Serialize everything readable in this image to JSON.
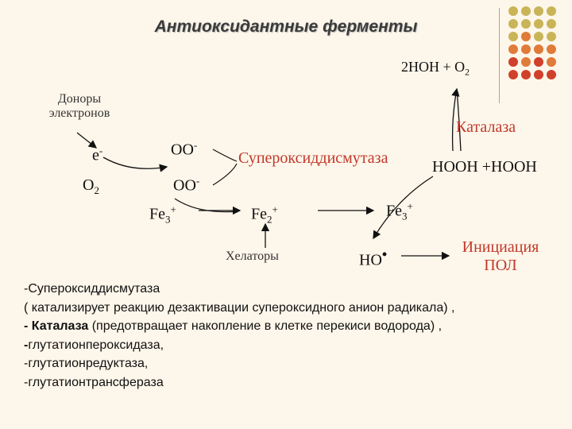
{
  "title": "Антиоксидантные ферменты",
  "diagram": {
    "product_top": "2HOH + O",
    "product_top_sub": "2",
    "donors_line1": "Доноры",
    "donors_line2": "электронов",
    "electron": "e",
    "electron_sup": "-",
    "oxygen": "O",
    "oxygen_sub": "2",
    "superoxide1": "OO",
    "superoxide1_sup": "-",
    "superoxide2": "OO",
    "superoxide2_sup": "-",
    "sod_label": "Супероксиддисмутаза",
    "hooh": "HOOH +HOOH",
    "catalase_label": "Каталаза",
    "fe3_left": "Fe",
    "fe3_left_sub": "3",
    "fe3_left_sup": "+",
    "fe2": "Fe",
    "fe2_sub": "2",
    "fe2_sup": "+",
    "fe3_right": "Fe",
    "fe3_right_sub": "3",
    "fe3_right_sup": "+",
    "chelators": "Хелаторы",
    "hydroxyl": "HO",
    "initiation_line1": "Инициация",
    "initiation_line2": "ПОЛ"
  },
  "notes": {
    "line1": "-Супероксиддисмутаза",
    "line2": "( катализирует реакцию дезактивации супероксидного анион радикала) ,",
    "line3_bold": "- Каталаза",
    "line3_rest": " (предотвращает накопление в клетке перекиси водорода) ,",
    "line4_bold": "-",
    "line4_rest": "глутатионпероксидаза,",
    "line5": "-глутатионредуктаза,",
    "line6": "-глутатионтрансфераза"
  },
  "colors": {
    "background": "#fdf6ea",
    "accent_red": "#c0392b",
    "dot_olive": "#c9b458",
    "dot_orange": "#e07b39",
    "dot_red": "#d0402a"
  }
}
